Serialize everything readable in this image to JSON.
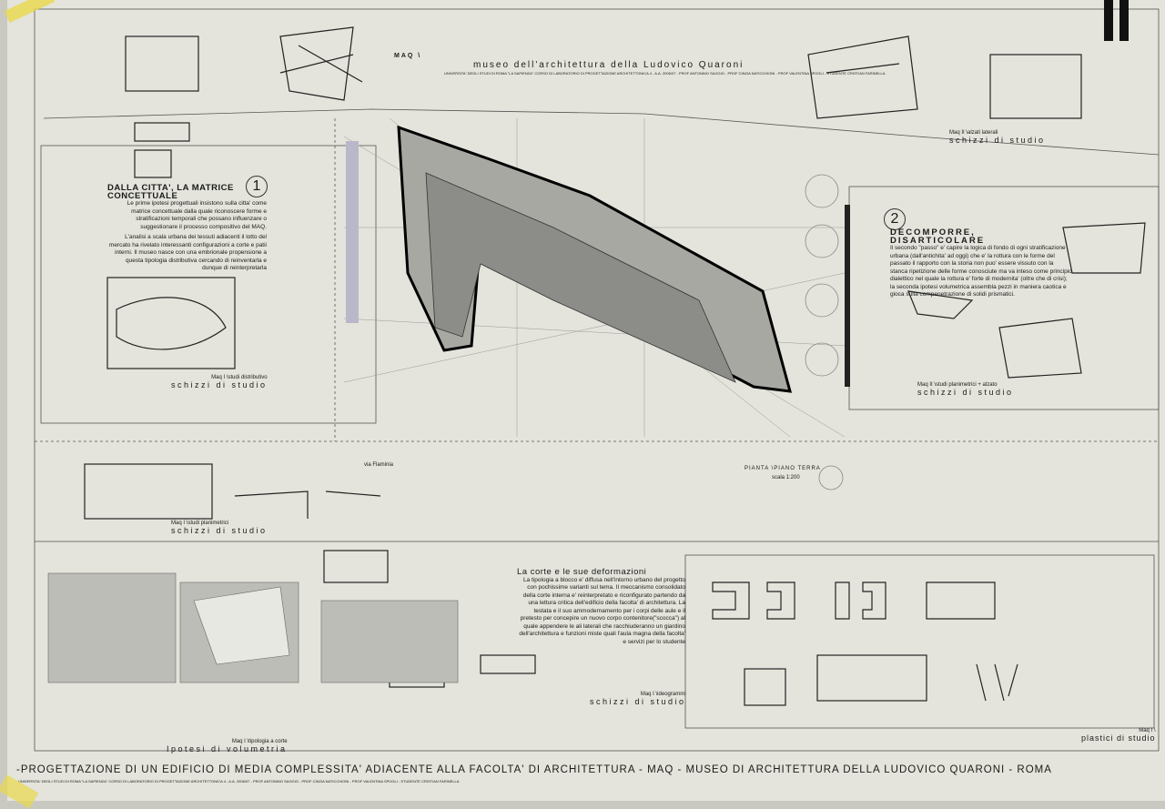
{
  "header": {
    "code": "MAQ \\",
    "title": "museo dell'architettura della Ludovico Quaroni",
    "credits": "UNIVERSITA' DEGLI STUDI DI ROMA \"LA SAPIENZA\" CORSO DI LABORATORIO DI PROGETTAZIONE ARCHITETTONICA 4 - A.A. 2006/07 - PROF ANTONINO SAGGIO - PROF CINZIA NATICCHIONI - PROF VALENTINA SPOGLI - STUDENTE CRISTIAN FARINELLA"
  },
  "section1": {
    "number": "1",
    "heading": "DALLA CITTA', LA MATRICE CONCETTUALE",
    "text1": "Le prime ipotesi progettuali insistono sulla citta' come matrice concettuale dalla quale riconoscere forme e stratificazioni temporali che possano influenzare o suggestionare il processo compositivo del MAQ.",
    "text2": "L'analisi a scala urbana dei tessuti adiacenti il lotto del mercato ha rivelato interessanti configurazioni a corte e patii interni. Il museo nasce con una embrionale propensione a questa tipologia distributiva cercando di reinventarla e dunque di reinterpretarla"
  },
  "section2": {
    "number": "2",
    "heading": "DECOMPORRE, DISARTICOLARE",
    "text": "Il secondo \"passo\" e' capire la logica di fondo di ogni stratificazione urbana (dall'antichita' ad oggi) che e' la rottura con le forme del passato il rapporto con la storia non puo' essere vissuto con la stanca ripetizione delle forme conosciute ma va inteso come principio dialettico nel quale la rottura e' forte di modernita' (oltre che di crisi); la seconda ipotesi volumetrica assembla pezzi in maniera caotica e gioca sulla compenetrazione di solidi prismatici."
  },
  "section3": {
    "heading": "La corte e le sue deformazioni",
    "text": "La tipologia a blocco e' diffusa nell'intorno urbano del progetto con pochissime varianti sul tema. Il meccanismo consolidato della corte interna e' reinterpretato e riconfigurato partendo da una lettura critica dell'edificio della facolta' di architettura. La testata e il suo ammodernamento per i corpi delle aule e il pretesto per concepire un nuovo corpo contenitore(\"scocca\") al quale appendere le ali laterali che racchiuderanno un giardino dell'architettura e funzioni miste quali l'aula magna della facolta' e servizi per lo studente"
  },
  "captions": [
    {
      "small": "Maq I \\studi distributivo",
      "big": "schizzi di studio"
    },
    {
      "small": "Maq I \\studi planimetrici",
      "big": "schizzi di studio"
    },
    {
      "small": "Maq II \\alzati laterali",
      "big": "schizzi di studio"
    },
    {
      "small": "Maq II \\studi planimetrici + alzato",
      "big": "schizzi di studio"
    },
    {
      "small": "Maq I \\ideogrammi",
      "big": "schizzi di studio"
    },
    {
      "small": "Maq I \\tipologia a corte",
      "big": "Ipotesi di volumetria"
    },
    {
      "small": "Maq I \\",
      "big": "plastici di studio"
    }
  ],
  "plan": {
    "street": "via Flaminia",
    "title": "PIANTA \\PIANO TERRA",
    "scale": "scala 1:200"
  },
  "footer": {
    "title": "-PROGETTAZIONE DI UN EDIFICIO DI MEDIA COMPLESSITA' ADIACENTE ALLA FACOLTA' DI ARCHITETTURA - MAQ - MUSEO DI ARCHITETTURA DELLA LUDOVICO QUARONI - ROMA",
    "credits": "UNIVERSITA' DEGLI STUDI DI ROMA \"LA SAPIENZA\" CORSO DI LABORATORIO DI PROGETTAZIONE ARCHITETTONICA 4 - A.A. 2006/07 - PROF ANTONINO SAGGIO - PROF CINZIA NATICCHIONI - PROF VALENTINA SPOGLI - STUDENTE CRISTIAN FARINELLA"
  },
  "colors": {
    "paper": "#e4e4dc",
    "ink": "#1a1a1a",
    "hatch": "#8a8a86",
    "tape": "#e8d84a"
  }
}
